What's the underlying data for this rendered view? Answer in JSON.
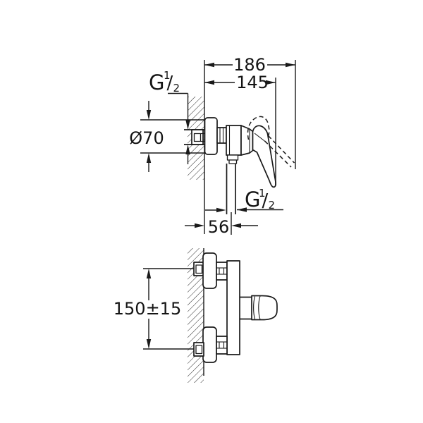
{
  "top_view": {
    "dim_total_depth": "186",
    "dim_handle_depth": "145",
    "supply_thread": {
      "letter": "G",
      "numerator": "1",
      "slash": "/",
      "denominator": "2"
    },
    "escutcheon_diameter": "Ø70",
    "outlet_thread": {
      "letter": "G",
      "numerator": "1",
      "slash": "/",
      "denominator": "2"
    },
    "dim_outlet_offset": "56"
  },
  "front_view": {
    "dim_connection_spacing": "150±15"
  }
}
